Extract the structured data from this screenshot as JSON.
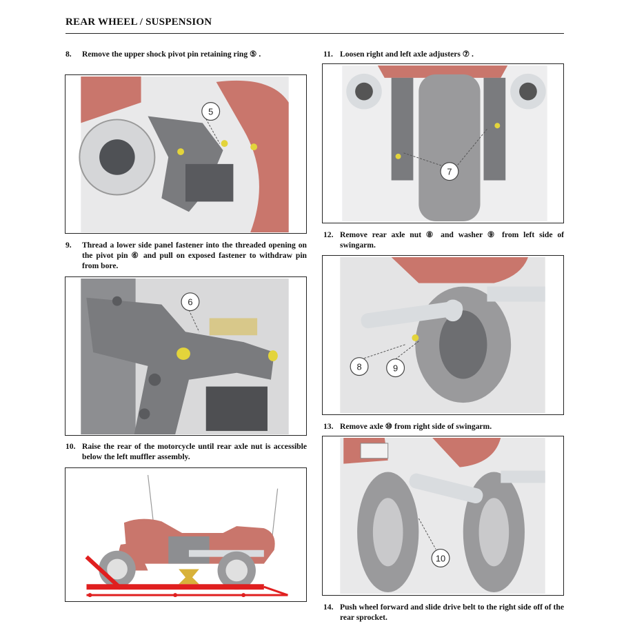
{
  "header": {
    "title": "REAR WHEEL / SUSPENSION"
  },
  "steps": [
    {
      "num": "8.",
      "text": "Remove the upper shock pivot pin retaining ring ⑤ ."
    },
    {
      "num": "9.",
      "text": "Thread a lower side panel fastener into the threaded opening on the pivot pin ⑥ and pull on exposed fastener to withdraw pin from bore."
    },
    {
      "num": "10.",
      "text": "Raise the rear of the motorcycle until rear axle nut is accessible below the left muffler assembly."
    },
    {
      "num": "11.",
      "text": "Loosen right and left axle adjusters ⑦ ."
    },
    {
      "num": "12.",
      "text": "Remove rear axle nut ⑧ and washer ⑨ from left side of swingarm."
    },
    {
      "num": "13.",
      "text": "Remove axle ⑩ from right side of swingarm."
    },
    {
      "num": "14.",
      "text": "Push wheel forward and slide drive belt to the right side off of the rear sprocket."
    }
  ],
  "callouts": {
    "fig1": "5",
    "fig2": "6",
    "fig4": "7",
    "fig5a": "8",
    "fig5b": "9",
    "fig6": "10"
  },
  "colors": {
    "body_red": "#c9766c",
    "frame_gray": "#7a7b7e",
    "tire_gray": "#9a9a9c",
    "chrome": "#d9dcdf",
    "lift_red": "#e01f1f",
    "lift_yellow": "#d8b23a",
    "pin_yellow": "#e3d43b"
  }
}
